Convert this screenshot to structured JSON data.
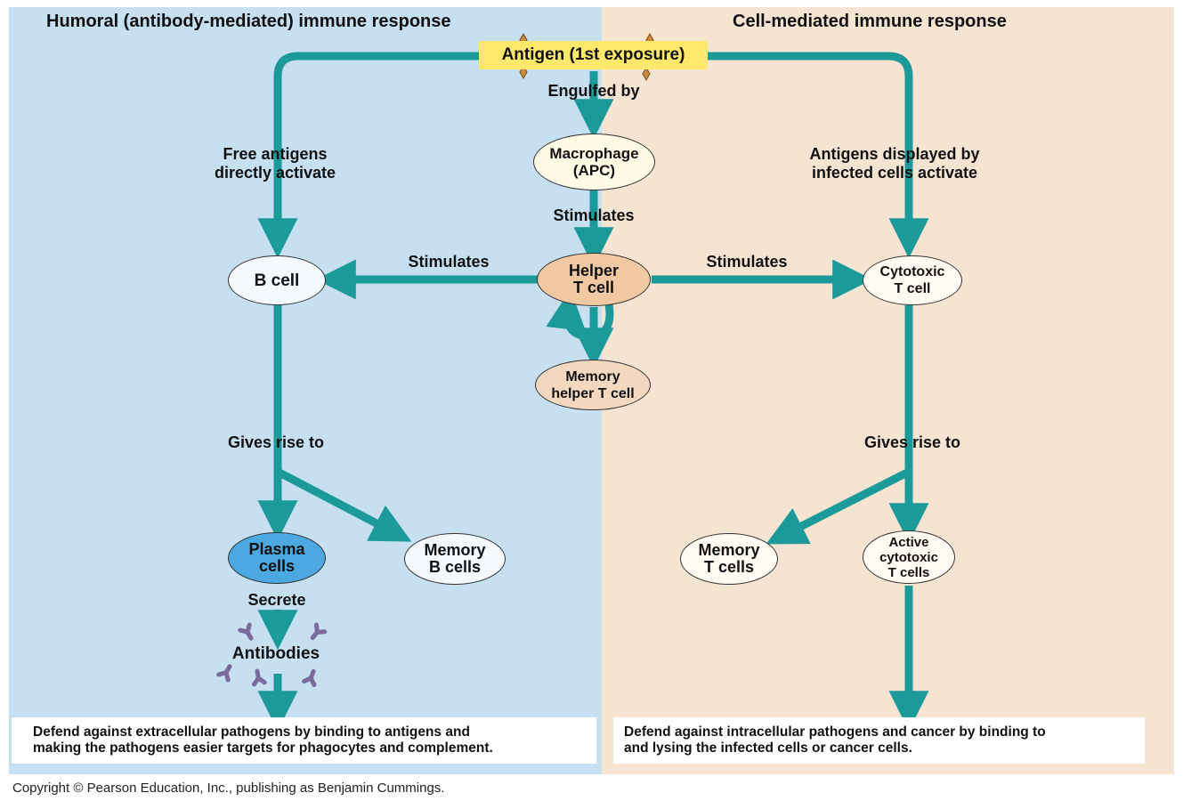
{
  "headers": {
    "humoral": "Humoral (antibody-mediated) immune response",
    "cell_mediated": "Cell-mediated immune response"
  },
  "nodes": {
    "antigen": "Antigen (1st exposure)",
    "macrophage": "Macrophage\n(APC)",
    "helper_t": "Helper\nT cell",
    "memory_helper_t": "Memory\nhelper T cell",
    "b_cell": "B cell",
    "cytotoxic_t": "Cytotoxic\nT cell",
    "plasma_cells": "Plasma\ncells",
    "memory_b": "Memory\nB cells",
    "memory_t": "Memory\nT cells",
    "active_cytotoxic": "Active\ncytotoxic\nT cells",
    "antibodies": "Antibodies"
  },
  "labels": {
    "engulfed_by": "Engulfed by",
    "free_antigens": "Free antigens\ndirectly activate",
    "antigens_displayed": "Antigens displayed by\ninfected cells activate",
    "stimulates_center": "Stimulates",
    "stimulates_left": "Stimulates",
    "stimulates_right": "Stimulates",
    "gives_rise_left": "Gives rise to",
    "gives_rise_right": "Gives rise to",
    "secrete": "Secrete"
  },
  "outcomes": {
    "humoral": "Defend against extracellular pathogens by binding to antigens and\nmaking the pathogens easier targets for phagocytes and complement.",
    "cell_mediated": "Defend against intracellular pathogens and cancer by binding to\nand lysing the infected cells or cancer cells."
  },
  "copyright": "Copyright © Pearson Education, Inc., publishing as Benjamin Cummings.",
  "colors": {
    "humoral_panel": "#c6dff1",
    "cell_mediated_panel": "#f6e4d3",
    "arrow": "#1b9a99",
    "antigen_highlight": "#fde86c",
    "helper_t_fill": "#f0c8a2",
    "plasma_fill": "#4ba8e0",
    "antibody_icon": "#7b6a9b"
  }
}
